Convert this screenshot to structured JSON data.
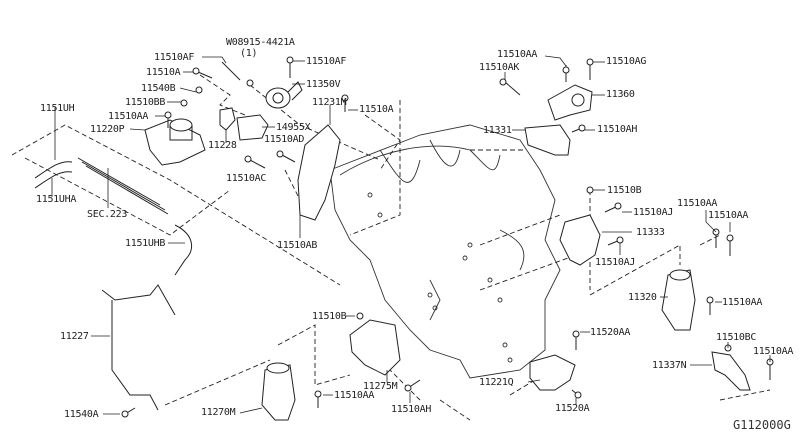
{
  "diagram": {
    "title": "Engine Mounting",
    "figure_code": "G112000G",
    "labels": {
      "p08915_4421A": "W08915-4421A",
      "p08915_qty": "(1)",
      "p11510AF_l": "11510AF",
      "p11510AF_r": "11510AF",
      "p11510A_1": "11510A",
      "p11350V": "11350V",
      "p11540B": "11540B",
      "p11510BB": "11510BB",
      "p11510AA_1": "11510AA",
      "p11220P": "11220P",
      "p1151UH": "1151UH",
      "p1151UHA": "1151UHA",
      "p11228": "11228",
      "p14955X": "14955X",
      "p11231M": "11231M",
      "p11510A_2": "11510A",
      "p11510AD": "11510AD",
      "p11510AC": "11510AC",
      "pSEC223": "SEC.223",
      "p11510AB": "11510AB",
      "p1151UHB": "1151UHB",
      "p11227": "11227",
      "p11540A": "11540A",
      "p11270M": "11270M",
      "p11510B_1": "11510B",
      "p11275M": "11275M",
      "p11510AA_2": "11510AA",
      "p11510AH_1": "11510AH",
      "p11510AA_3": "11510AA",
      "p11510AK": "11510AK",
      "p11510AG": "11510AG",
      "p11360": "11360",
      "p11331": "11331",
      "p11510AH_2": "11510AH",
      "p11510B_2": "11510B",
      "p11510AJ_1": "11510AJ",
      "p11333": "11333",
      "p11510AJ_2": "11510AJ",
      "p11510AA_4": "11510AA",
      "p11510AA_5": "11510AA",
      "p11320": "11320",
      "p11510AA_6": "11510AA",
      "p11520AA": "11520AA",
      "p11221Q": "11221Q",
      "p11520A": "11520A",
      "p11510BC": "11510BC",
      "p11337N": "11337N",
      "p11510AA_7": "11510AA"
    }
  }
}
